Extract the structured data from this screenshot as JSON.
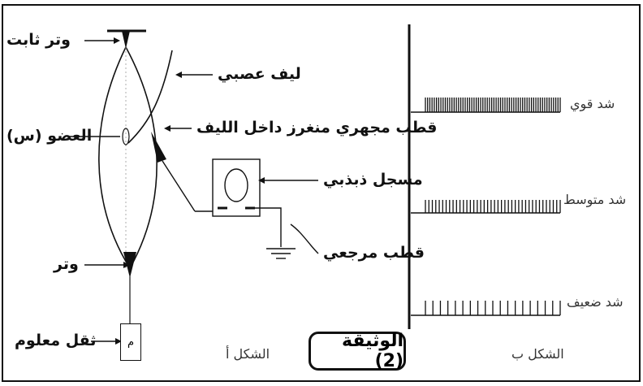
{
  "figure_a": {
    "caption": "الشكل أ",
    "labels": {
      "fixed_tendon": "وتر ثابت",
      "nerve_fiber": "ليف عصبي",
      "muscle": "العضو (س)",
      "micro_electrode": "قطب مجهري منغرز داخل الليف",
      "oscilloscope": "مسجل ذبذبي",
      "reference_electrode": "قطب مرجعي",
      "tendon": "وتر",
      "known_weight": "ثقل معلوم"
    },
    "mass_symbol": "م"
  },
  "figure_b": {
    "caption": "الشكل ب",
    "traces": [
      {
        "label": "شد قوي",
        "spikes": 62
      },
      {
        "label": "شد متوسط",
        "spikes": 40
      },
      {
        "label": "شد ضعيف",
        "spikes": 19
      }
    ]
  },
  "document_badge": "الوثيقة (2)"
}
